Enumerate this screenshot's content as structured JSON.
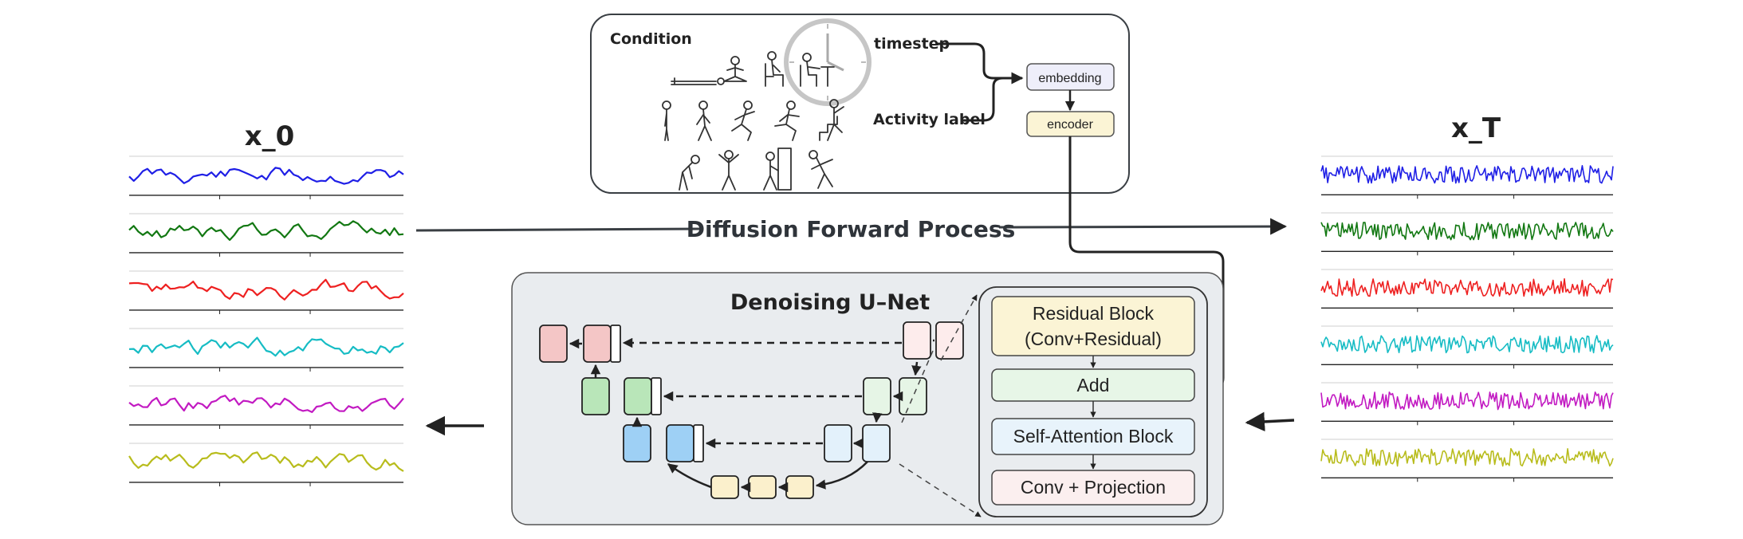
{
  "left_panel": {
    "title": "x_0"
  },
  "right_panel": {
    "title": "x_T"
  },
  "forward": {
    "label": "Diffusion Forward Process"
  },
  "condition": {
    "title": "Condition",
    "timestep_label": "timestep",
    "activity_label": "Activity label",
    "embedding_label": "embedding",
    "encoder_label": "encoder"
  },
  "unet": {
    "title": "Denoising U–Net",
    "blocks": {
      "residual_line1": "Residual Block",
      "residual_line2": "(Conv+Residual)",
      "add": "Add",
      "attention": "Self-Attention Block",
      "conv": "Conv + Projection"
    }
  },
  "colors": {
    "series": [
      "#1f1fe6",
      "#127812",
      "#ee2020",
      "#16bcc4",
      "#c21ac2",
      "#b8bc1c"
    ],
    "residual": "#fbf4d5",
    "add": "#e7f6e7",
    "attention": "#e8f3fb",
    "conv": "#fbefef",
    "unet_bg": "#e9ecef",
    "condition_bg": "#ffffff"
  },
  "icons": [
    "clock-icon",
    "person-icons"
  ]
}
